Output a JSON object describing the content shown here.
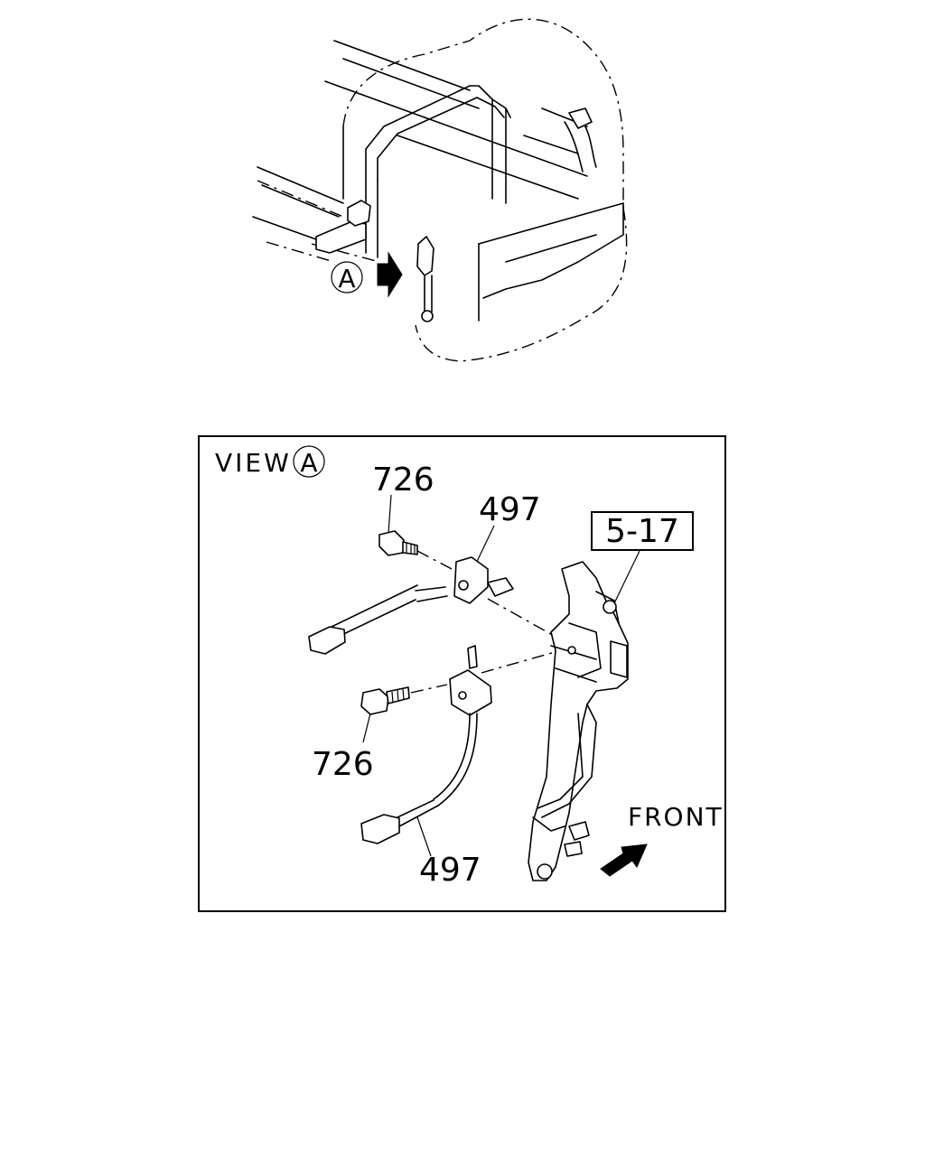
{
  "overview": {
    "callout_letter": "A"
  },
  "view_box": {
    "title": "VIEW",
    "title_letter": "A",
    "front_label": "FRONT"
  },
  "part_labels": {
    "bolt_top": "726",
    "switch_top": "497",
    "ref_box": "5-17",
    "bolt_bottom": "726",
    "switch_bottom": "497"
  }
}
